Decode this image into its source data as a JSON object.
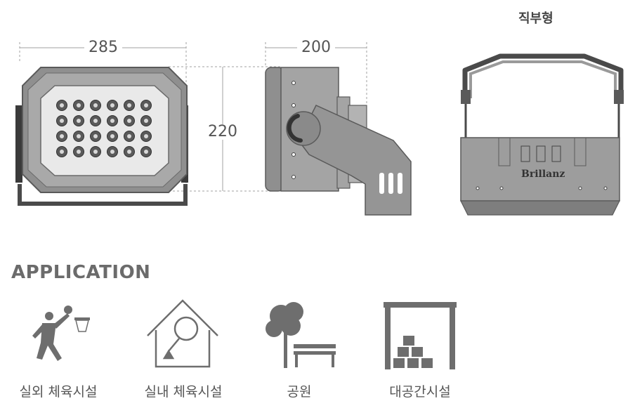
{
  "variant_label": "직부형",
  "dimensions": {
    "width": "285",
    "depth": "200",
    "height": "220"
  },
  "brand": "Brillanz",
  "section_title": "APPLICATION",
  "applications": [
    {
      "label": "실외 체육시설",
      "icon": "basketball-player-icon"
    },
    {
      "label": "실내 체육시설",
      "icon": "badminton-house-icon"
    },
    {
      "label": "공원",
      "icon": "park-tree-bench-icon"
    },
    {
      "label": "대공간시설",
      "icon": "warehouse-boxes-icon"
    }
  ],
  "colors": {
    "frame": "#4a4a4a",
    "body": "#8f8f8f",
    "panel": "#a6a6a6",
    "icon": "#6e6e6e",
    "dim_line": "#999999"
  }
}
